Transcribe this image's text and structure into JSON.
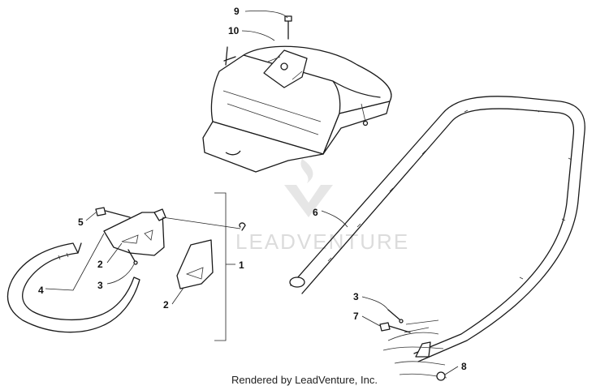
{
  "watermark": {
    "text": "LEADVENTURE"
  },
  "callouts": [
    {
      "id": "c9",
      "label": "9"
    },
    {
      "id": "c10",
      "label": "10"
    },
    {
      "id": "c5",
      "label": "5"
    },
    {
      "id": "c2a",
      "label": "2"
    },
    {
      "id": "c3a",
      "label": "3"
    },
    {
      "id": "c4",
      "label": "4"
    },
    {
      "id": "c2b",
      "label": "2"
    },
    {
      "id": "c1",
      "label": "1"
    },
    {
      "id": "c6",
      "label": "6"
    },
    {
      "id": "c3b",
      "label": "3"
    },
    {
      "id": "c7",
      "label": "7"
    },
    {
      "id": "c8",
      "label": "8"
    }
  ],
  "footer": {
    "credit": "Rendered by LeadVenture, Inc."
  }
}
